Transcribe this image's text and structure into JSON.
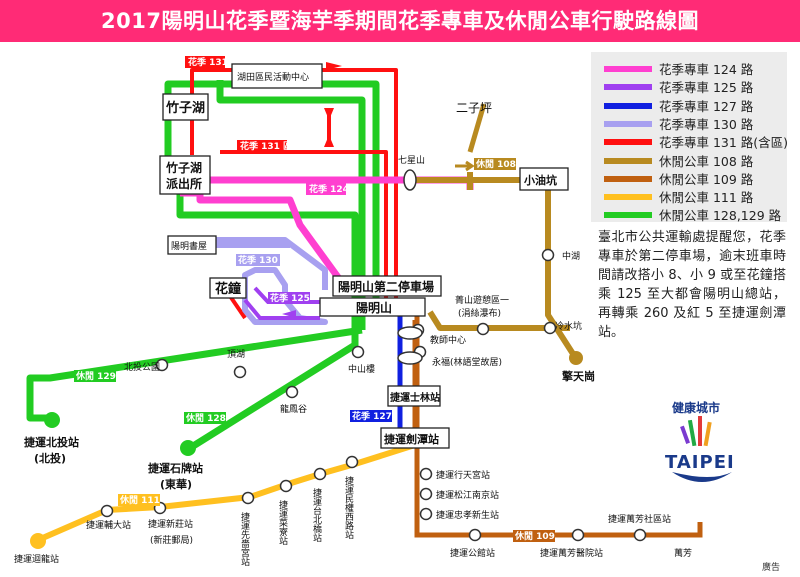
{
  "title": "2017陽明山花季暨海芋季期間花季專車及休閒公車行駛路線圖",
  "legend": [
    {
      "label": "花季專車 124 路",
      "color": "#ff3fd0"
    },
    {
      "label": "花季專車 125 路",
      "color": "#a040f0"
    },
    {
      "label": "花季專車 127 路",
      "color": "#1020e0"
    },
    {
      "label": "花季專車 130 路",
      "color": "#a8a0f0"
    },
    {
      "label": "花季專車 131 路(含區)",
      "color": "#ff1010"
    },
    {
      "label": "休閒公車 108 路",
      "color": "#b88a20"
    },
    {
      "label": "休閒公車 109 路",
      "color": "#c06010"
    },
    {
      "label": "休閒公車 111 路",
      "color": "#ffc020"
    },
    {
      "label": "休閒公車 128,129 路",
      "color": "#22cc22"
    }
  ],
  "notice": "臺北市公共運輸處提醒您，花季專車於第二停車場，逾末班車時間請改搭小 8、小 9 或至花鐘搭乘 125 至大都會陽明山總站，再轉乘 260 及紅 5 至捷運劍潭站。",
  "logo": {
    "text": "TAIPEI",
    "slogan": "健康城市"
  },
  "ad_tag": "廣告",
  "routes": {
    "r131": "花季 131",
    "r131q": "花季 131 區",
    "r124": "花季 124",
    "r130": "花季 130",
    "r125": "花季 125",
    "r127": "花季 127",
    "r108": "休閒 108",
    "r109": "休閒 109",
    "r111": "休閒 111",
    "r129": "休閒 129",
    "r128": "休閒 128"
  },
  "stops": {
    "hutian": "湖田區民活動中心",
    "zhuzihu": "竹子湖",
    "zhuzihu_ps": [
      "竹子湖",
      "派出所"
    ],
    "yangming_books": "陽明書屋",
    "huazhong": "花鐘",
    "second_parking": "陽明山第二停車場",
    "yangmingshan": "陽明山",
    "qixingshan": "七星山",
    "erziping": "二子坪",
    "xiaoyoukeng": "小油坑",
    "zhonghu": "中湖",
    "qingshan": [
      "菁山遊憩區一",
      "(涓絲瀑布)"
    ],
    "lengshuikeng": "冷水坑",
    "qingtiangang": "擎天崗",
    "teacher_center": "教師中心",
    "yongfu": "永福(林語堂故居)",
    "zhongshanlou": "中山樓",
    "dinghu": "頂湖",
    "beitou_park": "北投公園",
    "longfenggu": "龍鳳谷",
    "shilin": "捷運士林站",
    "jiantan": "捷運劍潭站",
    "xingtiangong": "捷運行天宮站",
    "songjiang": "捷運松江南京站",
    "zhongxiao": "捷運忠孝新生站",
    "wanfang_community": "捷運萬芳社區站",
    "wanfang_hospital": "捷運萬芳醫院站",
    "wanfang_partial": "萬芳",
    "gongguan": "捷運公館站",
    "beitou": [
      "捷運北投站",
      "(北投)"
    ],
    "shipai": [
      "捷運石牌站",
      "(東華)"
    ],
    "huilong": "捷運迴龍站",
    "fuda": "捷運輔大站",
    "xinzhuang": [
      "捷運新莊站",
      "(新莊郵局)"
    ],
    "xianse": "捷運先嗇宮站",
    "cailiao": "捷運菜寮站",
    "taibei_bridge": "捷運台北橋站",
    "minquan_w": "捷運民權西路站"
  }
}
